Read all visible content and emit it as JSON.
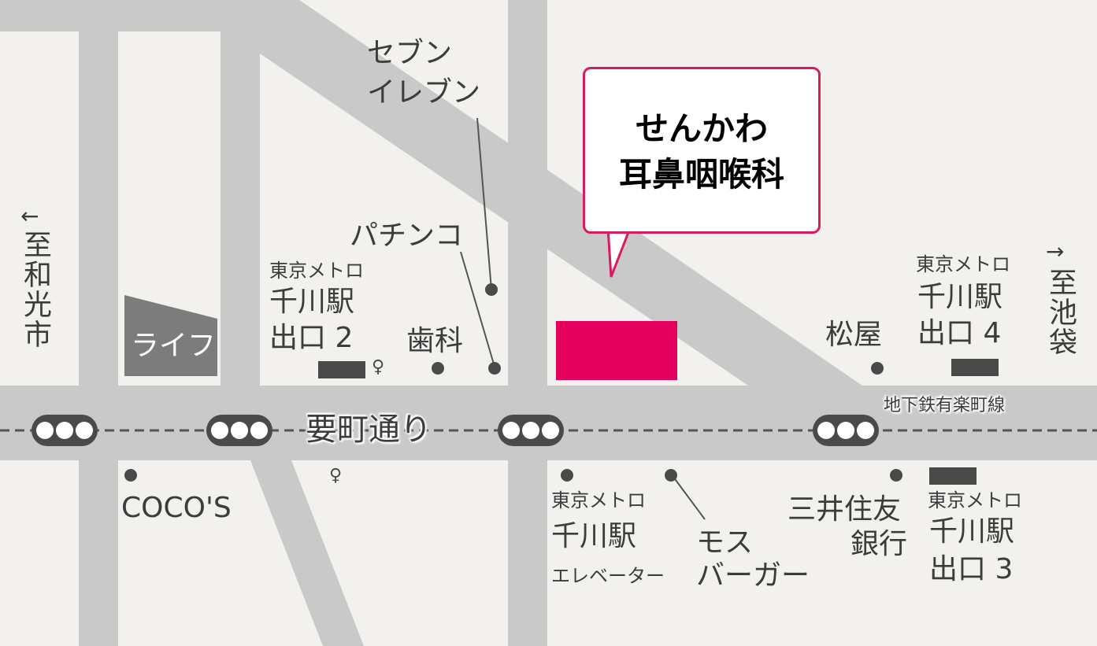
{
  "clinic": {
    "name_line1": "せんかわ",
    "name_line2": "耳鼻咽喉科",
    "color": "#e4005c"
  },
  "main_road": "要町通り",
  "subway_line": "地下鉄有楽町線",
  "direction_left": {
    "arrow": "←",
    "text": "至和光市"
  },
  "direction_right": {
    "arrow": "→",
    "text": "至池袋"
  },
  "landmarks": {
    "seven_eleven": {
      "line1": "セブン",
      "line2": "イレブン"
    },
    "pachinko": "パチンコ",
    "dentist": "歯科",
    "life": "ライフ",
    "matsuya": "松屋",
    "cocos": "COCO'S",
    "mos": {
      "line1": "モス",
      "line2": "バーガー"
    },
    "smbc": {
      "line1": "三井住友",
      "line2": "銀行"
    }
  },
  "exits": {
    "exit2": {
      "operator": "東京メトロ",
      "station": "千川駅",
      "exit": "出口 2"
    },
    "exit4": {
      "operator": "東京メトロ",
      "station": "千川駅",
      "exit": "出口 4"
    },
    "exit3": {
      "operator": "東京メトロ",
      "station": "千川駅",
      "exit": "出口 3"
    },
    "elevator": {
      "operator": "東京メトロ",
      "station": "千川駅",
      "exit": "エレベーター"
    }
  },
  "toilet_symbol": "♀"
}
